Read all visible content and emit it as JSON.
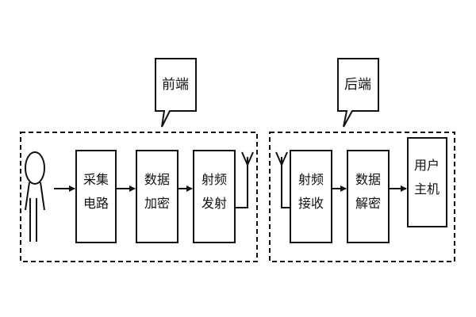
{
  "front_end": {
    "callout_label": "前端",
    "blocks": [
      {
        "line1": "采集",
        "line2": "电路"
      },
      {
        "line1": "数据",
        "line2": "加密"
      },
      {
        "line1": "射频",
        "line2": "发射"
      }
    ]
  },
  "back_end": {
    "callout_label": "后端",
    "blocks": [
      {
        "line1": "射频",
        "line2": "接收"
      },
      {
        "line1": "数据",
        "line2": "解密"
      },
      {
        "line1": "用户",
        "line2": "主机"
      }
    ]
  }
}
